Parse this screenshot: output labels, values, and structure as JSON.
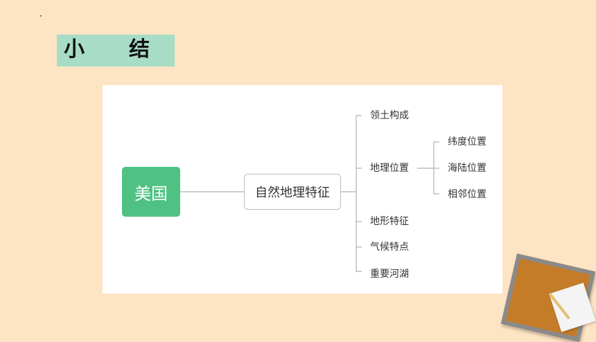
{
  "title": {
    "left": "小",
    "right": "结"
  },
  "mindmap": {
    "root": "美国",
    "child": "自然地理特征",
    "branches": [
      "领土构成",
      "地理位置",
      "地形特征",
      "气候特点",
      "重要河湖"
    ],
    "sub_branches": [
      "纬度位置",
      "海陆位置",
      "相邻位置"
    ]
  },
  "colors": {
    "background": "#fde4c4",
    "title_bg": "#a7dcc6",
    "root_bg": "#4fc283"
  }
}
